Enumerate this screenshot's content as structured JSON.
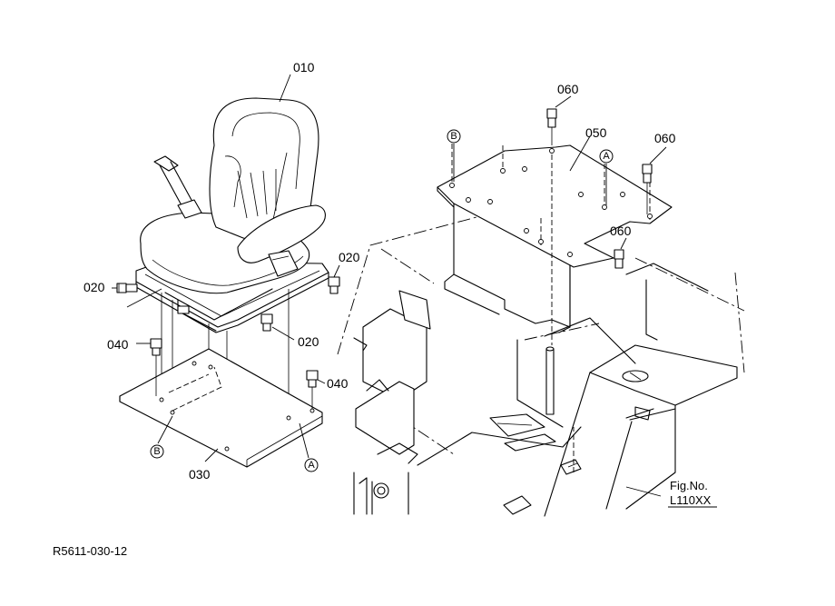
{
  "labels": {
    "seat": "010",
    "bolt_020_left": "020",
    "bolt_020_right_top": "020",
    "bolt_020_center": "020",
    "plate": "030",
    "bolt_040_left": "040",
    "bolt_040_right": "040",
    "bracket": "050",
    "bolt_060_top": "060",
    "bolt_060_right": "060",
    "bolt_060_mid": "060"
  },
  "refs": {
    "b_left": "B",
    "a_left": "A",
    "b_right": "B",
    "a_right": "A"
  },
  "fig": {
    "line1": "Fig.No.",
    "line2": "L110XX"
  },
  "drawing_code": "R5611-030-12"
}
